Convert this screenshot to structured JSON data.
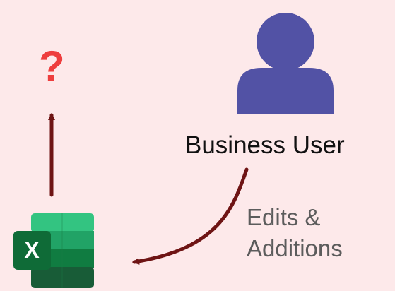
{
  "user": {
    "label": "Business User",
    "color": "#5252a5"
  },
  "edge": {
    "label_line1": "Edits &",
    "label_line2": "Additions",
    "color": "#6e1414"
  },
  "unknown": {
    "symbol": "?",
    "color": "#ee3e3e"
  },
  "excel": {
    "icon_name": "excel-icon",
    "letter": "X",
    "colors": [
      "#21a366",
      "#33c481",
      "#107c41",
      "#185c37",
      "#0f6b37"
    ]
  }
}
